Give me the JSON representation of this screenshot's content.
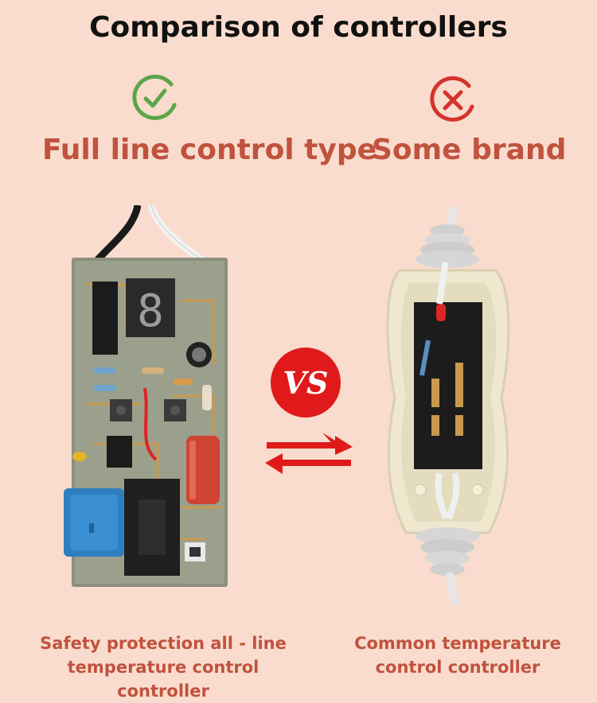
{
  "page": {
    "title": "Comparison of controllers",
    "background_color": "#f9dccd"
  },
  "left": {
    "icon": "check-circle-icon",
    "heading": "Full line control type",
    "caption_line1": "Safety protection all - line",
    "caption_line2": "temperature control controller"
  },
  "right": {
    "icon": "cross-circle-icon",
    "heading": "Some brand",
    "caption_line1": "Common temperature",
    "caption_line2": "control controller"
  },
  "center": {
    "badge_text": "VS",
    "arrows_icon": "swap-arrows-icon"
  },
  "colors": {
    "accent_red": "#c0523e",
    "check_green": "#5aa64a",
    "cross_red": "#d3342b",
    "vs_red": "#e01a1a"
  }
}
